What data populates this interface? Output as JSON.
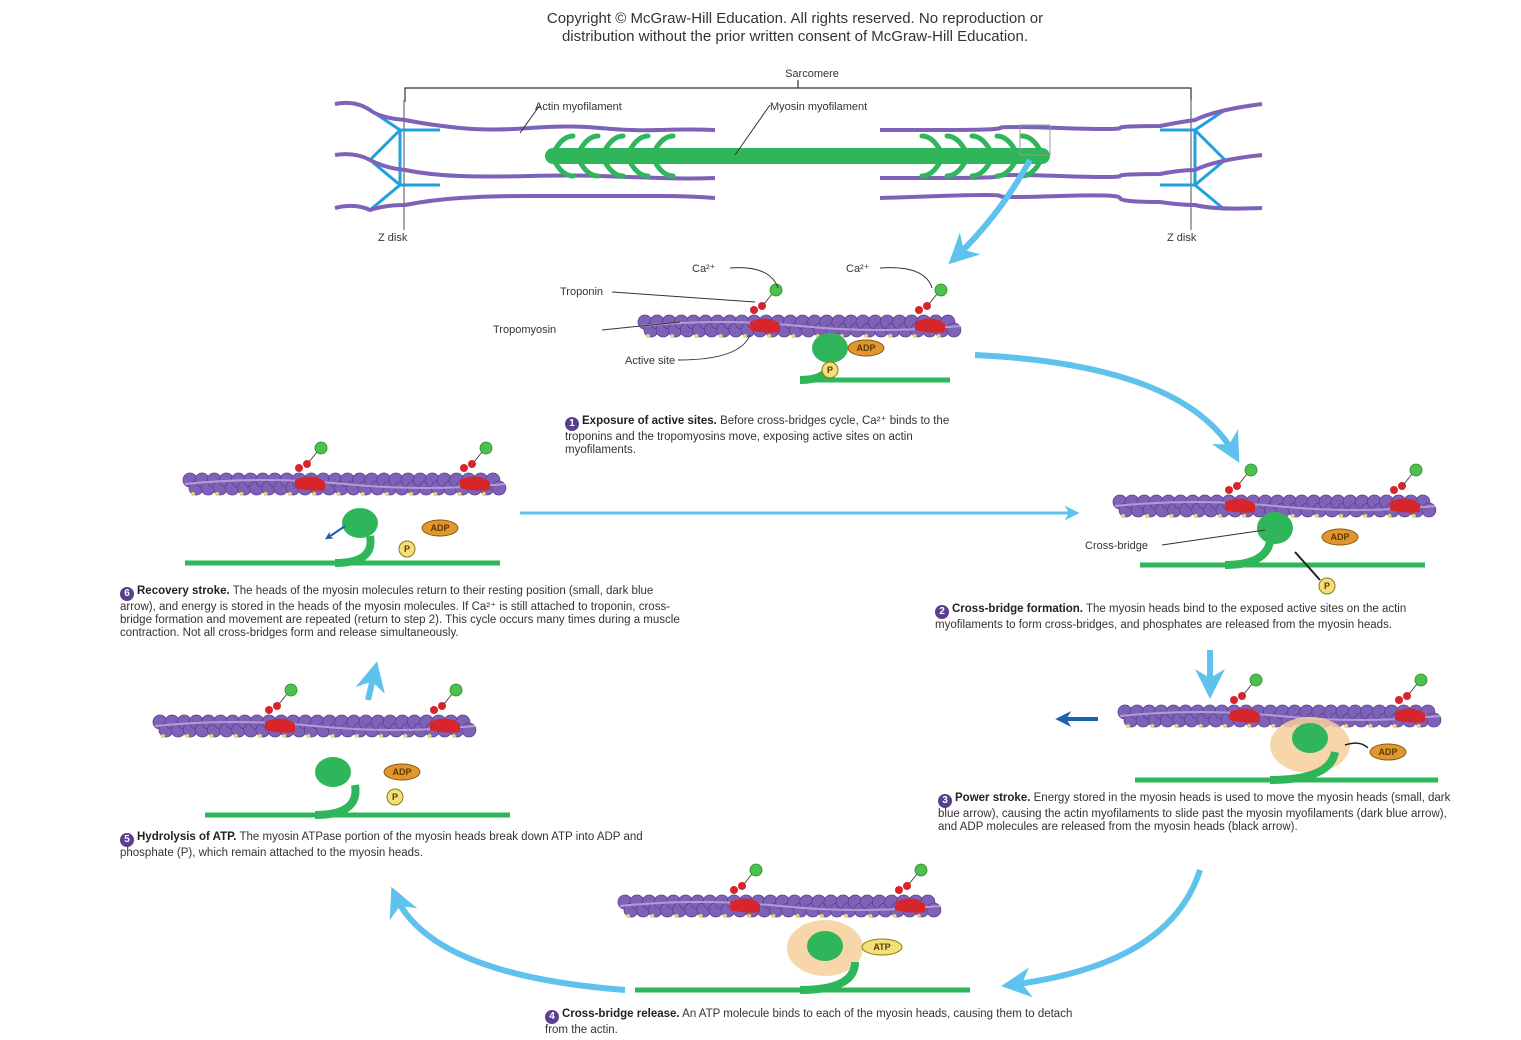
{
  "copyright": {
    "line1": "Copyright © McGraw-Hill Education.  All rights reserved. No reproduction or",
    "line2": "distribution without the prior written consent of McGraw-Hill Education."
  },
  "sarcomere": {
    "title": "Sarcomere",
    "actin_label": "Actin myofilament",
    "myosin_label": "Myosin myofilament",
    "z_left": "Z disk",
    "z_right": "Z disk"
  },
  "labels": {
    "ca": "Ca²⁺",
    "troponin": "Troponin",
    "tropomyosin": "Tropomyosin",
    "active_site": "Active site",
    "cross_bridge": "Cross-bridge",
    "adp": "ADP",
    "atp": "ATP",
    "p": "P"
  },
  "steps": [
    {
      "num": "1",
      "title": "Exposure of active sites.",
      "text": "Before cross-bridges cycle, Ca²⁺ binds to the troponins and the tropomyosins move, exposing active sites on actin myofilaments."
    },
    {
      "num": "2",
      "title": "Cross-bridge formation.",
      "text": "The myosin heads bind to the exposed active sites on the actin myofilaments to form cross-bridges, and phosphates are released from the myosin heads."
    },
    {
      "num": "3",
      "title": "Power stroke.",
      "text": "Energy stored in the myosin heads is used to move the myosin heads (small, dark blue arrow), causing the actin myofilaments to slide past the myosin myofilaments (dark blue arrow), and ADP molecules are released from the myosin heads (black arrow)."
    },
    {
      "num": "4",
      "title": "Cross-bridge release.",
      "text": "An ATP molecule binds to each of the myosin heads, causing them to detach from the actin."
    },
    {
      "num": "5",
      "title": "Hydrolysis of ATP.",
      "text": "The myosin ATPase portion of the myosin heads break down ATP into ADP and phosphate (P), which remain attached to the myosin heads."
    },
    {
      "num": "6",
      "title": "Recovery stroke.",
      "text": "The heads of the myosin molecules return to their resting position (small, dark blue arrow), and energy is stored in the heads of the myosin molecules. If Ca²⁺ is still attached to troponin, cross-bridge formation and movement are repeated (return to step 2). This cycle occurs many times during a muscle contraction. Not all cross-bridges form and release simultaneously."
    }
  ],
  "colors": {
    "actin": "#7e62b8",
    "myosin": "#2fb65a",
    "troponin": "#d6262b",
    "calcium": "#4cc14c",
    "arrow": "#5ec2ec",
    "adp": "#e2962f",
    "phosphate": "#f3e07a"
  }
}
